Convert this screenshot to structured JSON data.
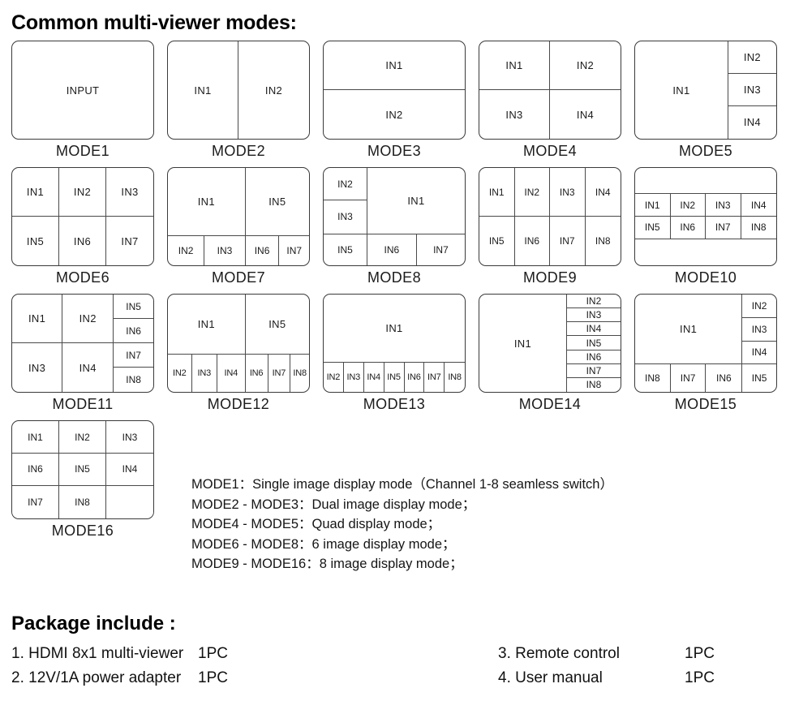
{
  "headings": {
    "modes_title": "Common multi-viewer modes:",
    "package_title": "Package include :"
  },
  "modes": [
    {
      "id": "mode1",
      "label": "MODE1",
      "panes": [
        "INPUT"
      ]
    },
    {
      "id": "mode2",
      "label": "MODE2",
      "panes": [
        "IN1",
        "IN2"
      ]
    },
    {
      "id": "mode3",
      "label": "MODE3",
      "panes": [
        "IN1",
        "IN2"
      ]
    },
    {
      "id": "mode4",
      "label": "MODE4",
      "panes": [
        "IN1",
        "IN2",
        "IN3",
        "IN4"
      ]
    },
    {
      "id": "mode5",
      "label": "MODE5",
      "panes": [
        "IN1",
        "IN2",
        "IN3",
        "IN4"
      ]
    },
    {
      "id": "mode6",
      "label": "MODE6",
      "panes": [
        "IN1",
        "IN2",
        "IN3",
        "IN5",
        "IN6",
        "IN7"
      ]
    },
    {
      "id": "mode7",
      "label": "MODE7",
      "panes": [
        "IN1",
        "IN5",
        "IN2",
        "IN3",
        "IN6",
        "IN7"
      ]
    },
    {
      "id": "mode8",
      "label": "MODE8",
      "panes": [
        "IN2",
        "IN3",
        "IN1",
        "IN5",
        "IN6",
        "IN7"
      ]
    },
    {
      "id": "mode9",
      "label": "MODE9",
      "panes": [
        "IN1",
        "IN2",
        "IN3",
        "IN4",
        "IN5",
        "IN6",
        "IN7",
        "IN8"
      ]
    },
    {
      "id": "mode10",
      "label": "MODE10",
      "panes": [
        "IN1",
        "IN2",
        "IN3",
        "IN4",
        "IN5",
        "IN6",
        "IN7",
        "IN8"
      ]
    },
    {
      "id": "mode11",
      "label": "MODE11",
      "panes": [
        "IN1",
        "IN2",
        "IN3",
        "IN4",
        "IN5",
        "IN6",
        "IN7",
        "IN8"
      ]
    },
    {
      "id": "mode12",
      "label": "MODE12",
      "panes": [
        "IN1",
        "IN5",
        "IN2",
        "IN3",
        "IN4",
        "IN6",
        "IN7",
        "IN8"
      ]
    },
    {
      "id": "mode13",
      "label": "MODE13",
      "panes": [
        "IN1",
        "IN2",
        "IN3",
        "IN4",
        "IN5",
        "IN6",
        "IN7",
        "IN8"
      ]
    },
    {
      "id": "mode14",
      "label": "MODE14",
      "panes": [
        "IN1",
        "IN2",
        "IN3",
        "IN4",
        "IN5",
        "IN6",
        "IN7",
        "IN8"
      ]
    },
    {
      "id": "mode15",
      "label": "MODE15",
      "panes": [
        "IN1",
        "IN2",
        "IN3",
        "IN4",
        "IN8",
        "IN7",
        "IN6",
        "IN5"
      ]
    },
    {
      "id": "mode16",
      "label": "MODE16",
      "panes": [
        "IN1",
        "IN2",
        "IN3",
        "IN6",
        "IN5",
        "IN4",
        "IN7",
        "IN8",
        ""
      ]
    }
  ],
  "descriptions": [
    "MODE1：Single image display mode（Channel 1-8 seamless switch）",
    "MODE2 - MODE3：Dual image display mode；",
    "MODE4 - MODE5：Quad display mode；",
    "MODE6 - MODE8：6 image display mode；",
    "MODE9 - MODE16：8 image display mode；"
  ],
  "package": {
    "left": [
      {
        "name": "1. HDMI 8x1 multi-viewer",
        "qty": "1PC"
      },
      {
        "name": "2. 12V/1A power adapter",
        "qty": "1PC"
      }
    ],
    "right": [
      {
        "name": "3. Remote control",
        "qty": "1PC"
      },
      {
        "name": "4. User manual",
        "qty": "1PC"
      }
    ]
  }
}
